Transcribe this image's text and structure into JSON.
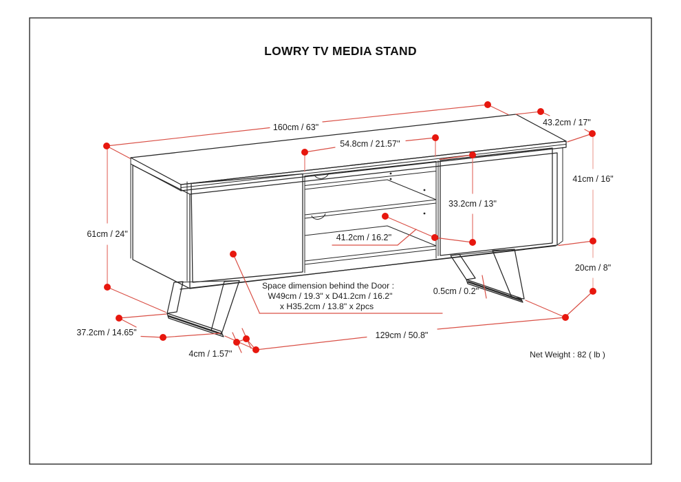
{
  "title": "LOWRY TV MEDIA STAND",
  "net_weight": "Net Weight : 82 ( lb )",
  "dims": {
    "top_width": "160cm / 63\"",
    "opening_width": "54.8cm / 21.57''",
    "top_depth": "43.2cm / 17\"",
    "body_height": "41cm / 16\"",
    "opening_height": "33.2cm / 13''",
    "overall_height": "61cm / 24\"",
    "shelf_depth": "41.2cm / 16.2''",
    "leg_height": "20cm / 8\"",
    "leg_thickness": "0.5cm / 0.2''",
    "leg_depth": "37.2cm / 14.65\"",
    "leg_bar": "4cm / 1.57''",
    "bottom_width": "129cm / 50.8\""
  },
  "door_space": {
    "line1": "Space dimension behind the Door :",
    "line2": "W49cm / 19.3\" x D41.2cm / 16.2\"",
    "line3": "x H35.2cm / 13.8\" x 2pcs"
  },
  "colors": {
    "dimension_red": "#d94f45",
    "dimension_red_mid": "#e4736a",
    "dimension_red_pale": "#eda39b",
    "dot_red": "#e7170e",
    "line_black": "#262626"
  }
}
